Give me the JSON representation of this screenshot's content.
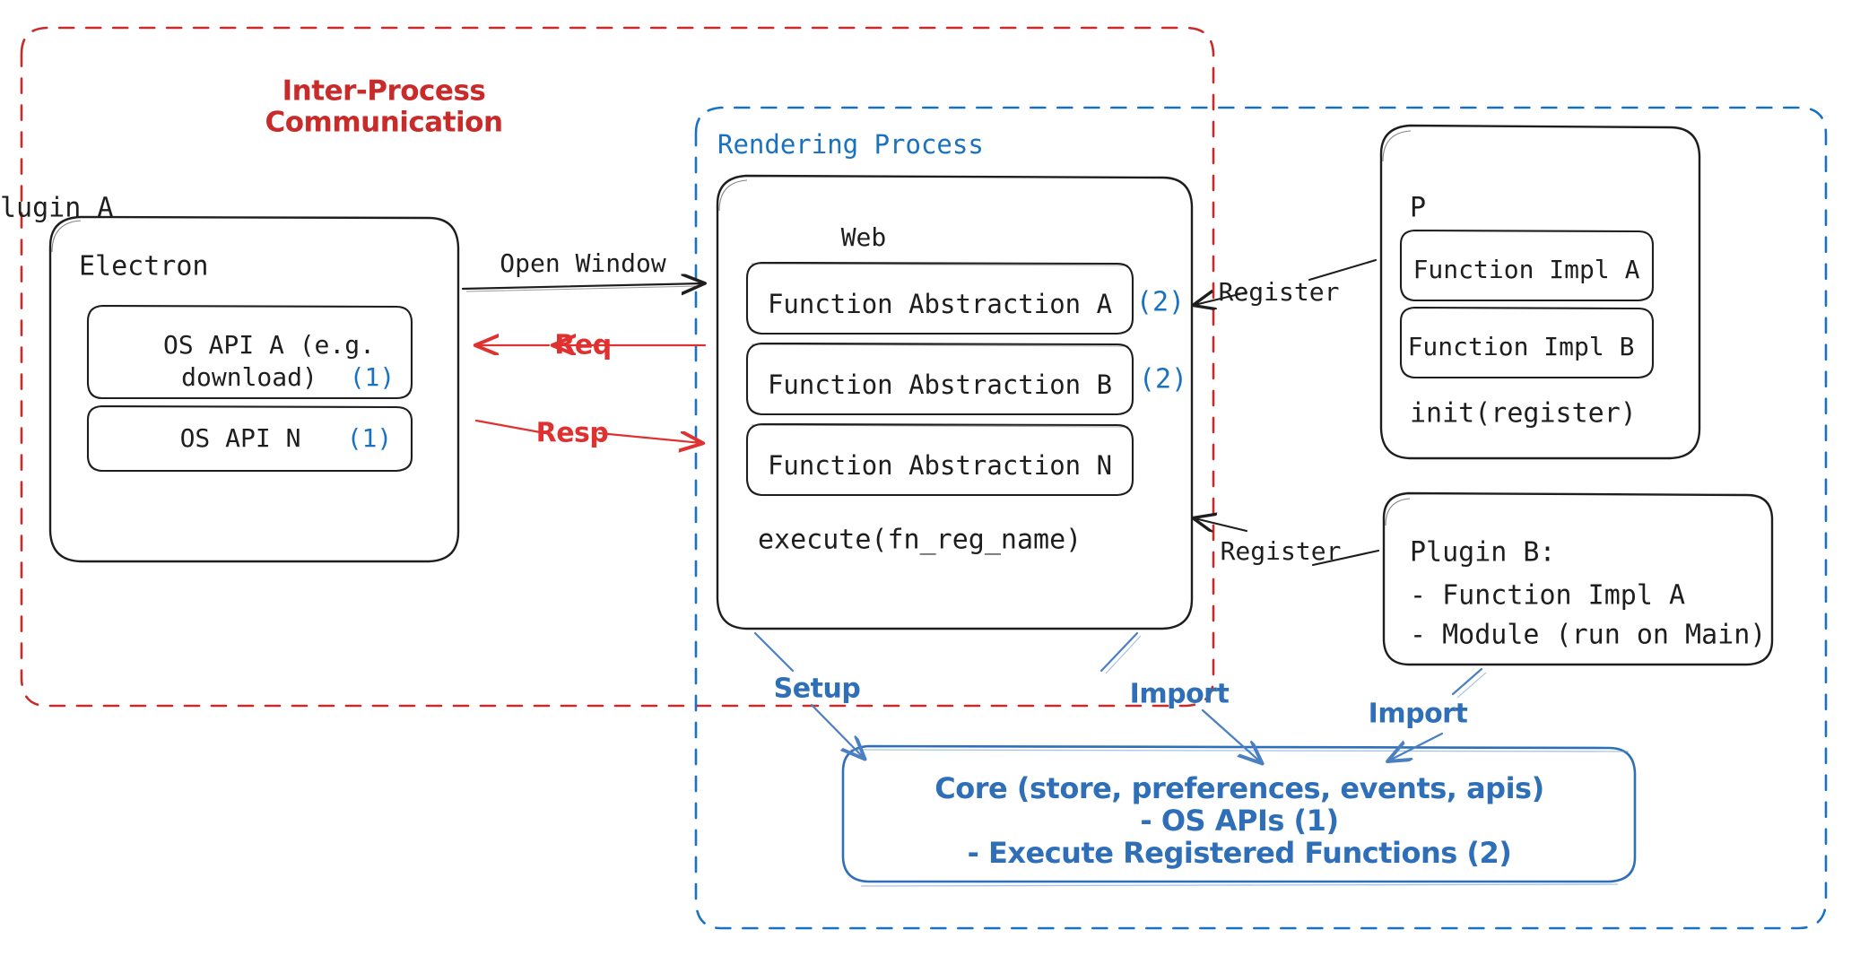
{
  "diagram": {
    "title_hidden": "",
    "colors": {
      "stroke_black": "#1e1e1e",
      "red": "#e03131",
      "blue": "#1971c2",
      "blue_soft": "#4a7fc1"
    },
    "groups": {
      "ipc": {
        "label": "Inter-Process\nCommunication",
        "label_line1": "Inter-Process",
        "label_line2": "Communication",
        "color": "#c92a2a",
        "style": "dashed"
      },
      "rendering": {
        "label": "Rendering Process",
        "color": "#1971c2",
        "style": "dashed"
      }
    },
    "electron": {
      "title": "Electron",
      "items": [
        {
          "line1": "OS API A (e.g.",
          "line2": "download)",
          "badge": "(1)"
        },
        {
          "line1": "OS API N",
          "badge": "(1)"
        }
      ]
    },
    "web": {
      "title": "Web",
      "items": [
        {
          "label": "Function Abstraction A",
          "badge": "(2)"
        },
        {
          "label": "Function Abstraction B",
          "badge": "(2)"
        },
        {
          "label": "Function Abstraction N",
          "badge": ""
        }
      ],
      "footer": "execute(fn_reg_name)"
    },
    "plugin_a": {
      "title": "Plugin A",
      "items": [
        {
          "label": "Function Impl A"
        },
        {
          "label": "Function Impl B"
        }
      ],
      "footer": "init(register)"
    },
    "plugin_b": {
      "title": "Plugin B:",
      "lines": [
        "- Function Impl A",
        "- Module (run on Main)"
      ]
    },
    "core": {
      "line1": "Core (store, preferences, events, apis)",
      "line2": "- OS APIs (1)",
      "line3": "- Execute Registered Functions (2)"
    },
    "edges": {
      "open_window": "Open Window",
      "req": "Req",
      "resp": "Resp",
      "register_top": "Register",
      "register_bottom": "Register",
      "setup": "Setup",
      "import_web": "Import",
      "import_plugin_b": "Import"
    }
  }
}
